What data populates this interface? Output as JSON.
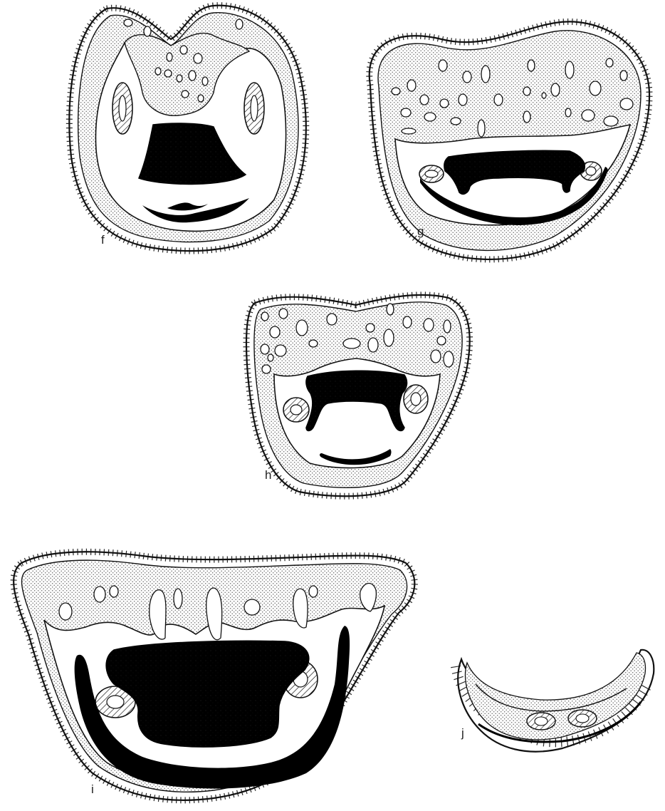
{
  "figure": {
    "panels": [
      {
        "id": "f",
        "label": "f"
      },
      {
        "id": "g",
        "label": "g"
      },
      {
        "id": "h",
        "label": "h"
      },
      {
        "id": "i",
        "label": "i"
      },
      {
        "id": "j",
        "label": "j"
      }
    ]
  },
  "colors": {
    "ink": "#111111",
    "stipple": "#777777",
    "background": "#ffffff"
  }
}
